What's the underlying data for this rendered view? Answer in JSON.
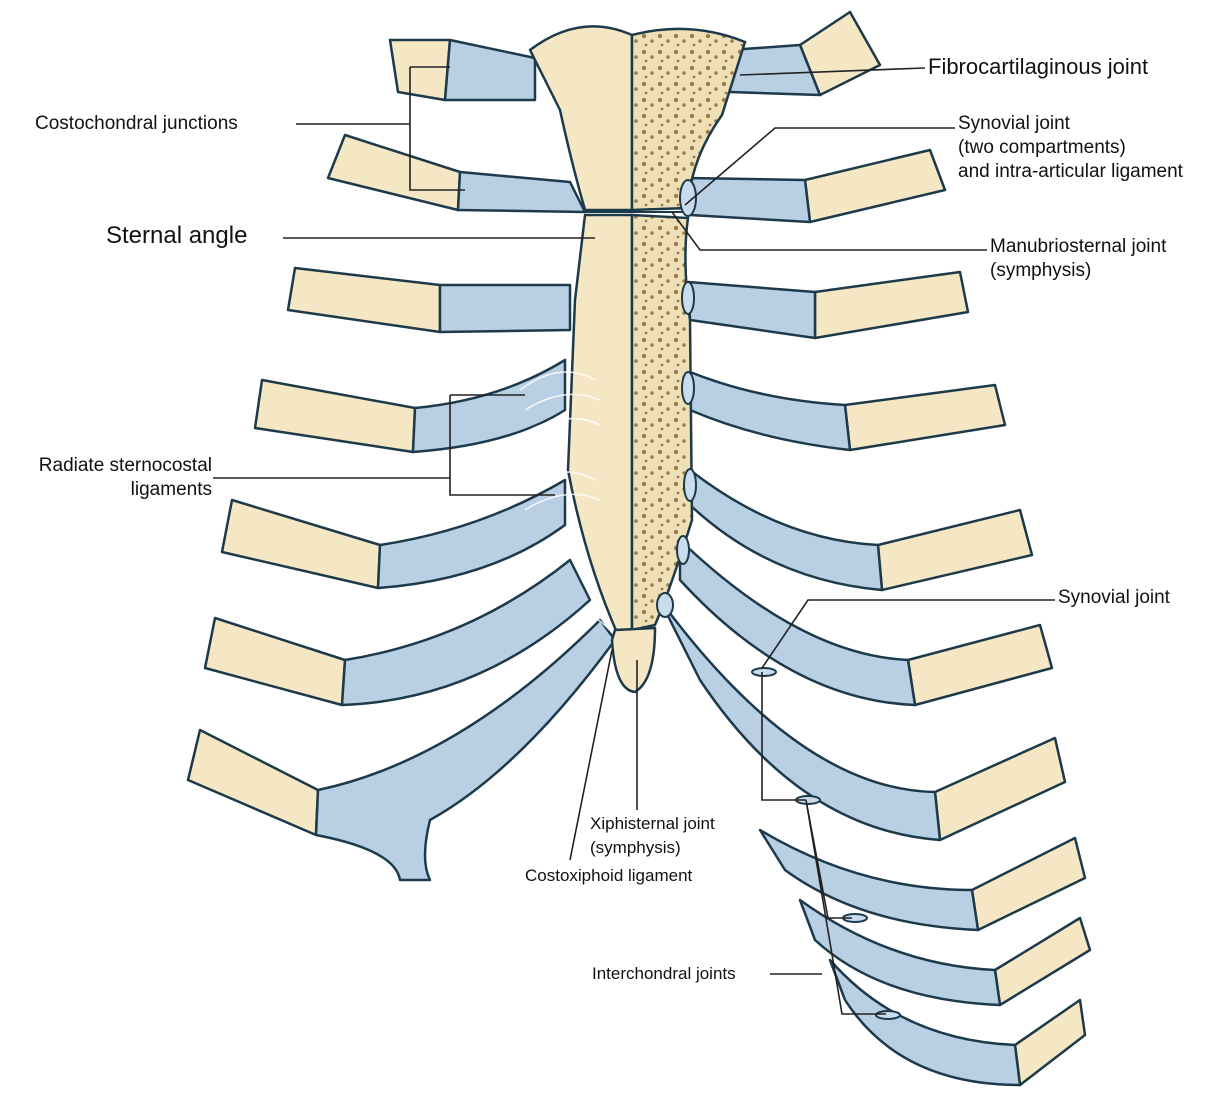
{
  "labels": {
    "fibrocartilaginous_joint": "Fibrocartilaginous joint",
    "costochondral_junctions": "Costochondral junctions",
    "synovial_joint_top": [
      "Synovial joint",
      "(two compartments)",
      "and intra-articular ligament"
    ],
    "sternal_angle": "Sternal angle",
    "manubriosternal_joint": [
      "Manubriosternal joint",
      "(symphysis)"
    ],
    "radiate_ligaments": [
      "Radiate sternocostal",
      "ligaments"
    ],
    "synovial_joint_lower": "Synovial joint",
    "xiphisternal_joint": [
      "Xiphisternal joint",
      "(symphysis)"
    ],
    "costoxiphoid_ligament": "Costoxiphoid ligament",
    "interchondral_joints": "Interchondral joints"
  },
  "colors": {
    "bone": "#f5e6c4",
    "cartilage": "#b9cfe3",
    "outline": "#1c3a4a",
    "marrow_dots": "#8a6e3f"
  }
}
